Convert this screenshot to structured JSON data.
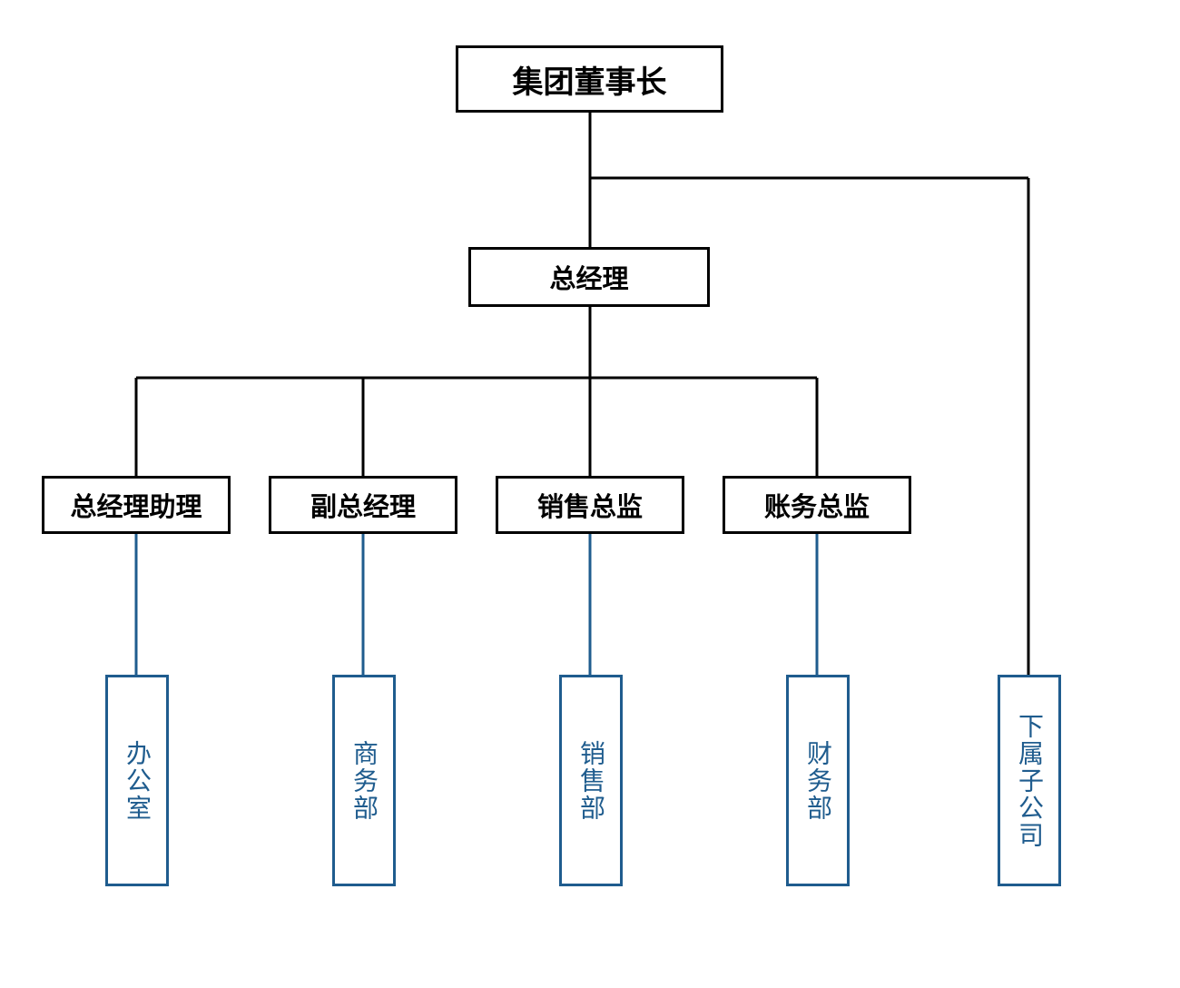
{
  "colors": {
    "main_line": "#000000",
    "dept_line": "#1f5c8e"
  },
  "chairman": {
    "label": "集团董事长"
  },
  "general_manager": {
    "label": "总经理"
  },
  "executives": [
    {
      "label": "总经理助理"
    },
    {
      "label": "副总经理"
    },
    {
      "label": "销售总监"
    },
    {
      "label": "账务总监"
    }
  ],
  "departments": [
    {
      "label": "办公室"
    },
    {
      "label": "商务部"
    },
    {
      "label": "销售部"
    },
    {
      "label": "财务部"
    },
    {
      "label": "下属子公司"
    }
  ]
}
